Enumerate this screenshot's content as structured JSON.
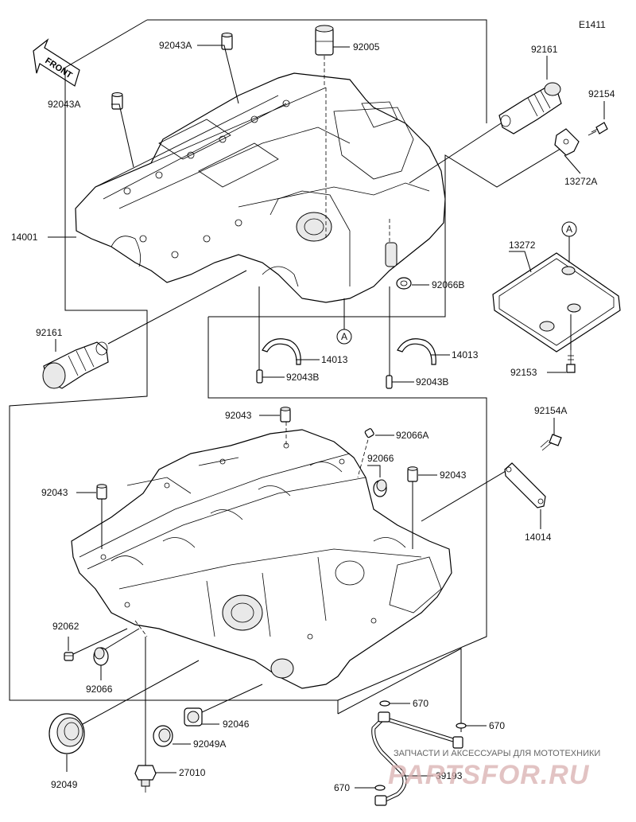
{
  "diagram": {
    "ref_code": "E1411",
    "front_label": "FRONT",
    "parts": {
      "p14001": "14001",
      "p92043A_1": "92043A",
      "p92043A_2": "92043A",
      "p92005": "92005",
      "p92161_1": "92161",
      "p92154": "92154",
      "p13272A": "13272A",
      "ref_A_1": "A",
      "p13272": "13272",
      "p92066B": "92066B",
      "ref_A_2": "A",
      "p14013_1": "14013",
      "p92043B_1": "92043B",
      "p14013_2": "14013",
      "p92043B_2": "92043B",
      "p92153": "92153",
      "p92161_2": "92161",
      "p92043_1": "92043",
      "p92066A": "92066A",
      "p92154A": "92154A",
      "p92066_1": "92066",
      "p92043_2": "92043",
      "p92043_3": "92043",
      "p14014": "14014",
      "p92062": "92062",
      "p92066_2": "92066",
      "p670_1": "670",
      "p670_2": "670",
      "p92046": "92046",
      "p92049A": "92049A",
      "p92049": "92049",
      "p27010": "27010",
      "p39193": "39193",
      "p670_3": "670"
    },
    "watermark": {
      "line1": "ЗАПЧАСТИ И АКСЕССУАРЫ ДЛЯ МОТОТЕХНИКИ",
      "line2": "PARTSFOR.RU"
    }
  }
}
